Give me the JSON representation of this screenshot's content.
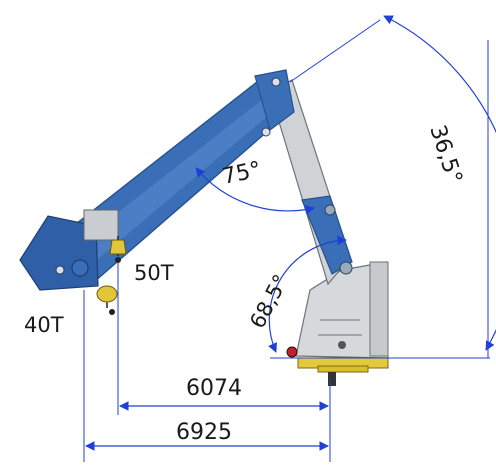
{
  "labels": {
    "load_near": "50T",
    "load_far": "40T",
    "dim_short": "6074",
    "dim_long": "6925",
    "angle_boom": "75°",
    "angle_slew": "36,5°",
    "angle_base": "68,5°"
  },
  "colors": {
    "boom_blue": "#3a6fb8",
    "boom_dark": "#27508f",
    "column_gray": "#cfd3d6",
    "column_edge": "#6d7378",
    "dim_blue": "#1f3fd6",
    "hook_yellow": "#d9c02a"
  }
}
